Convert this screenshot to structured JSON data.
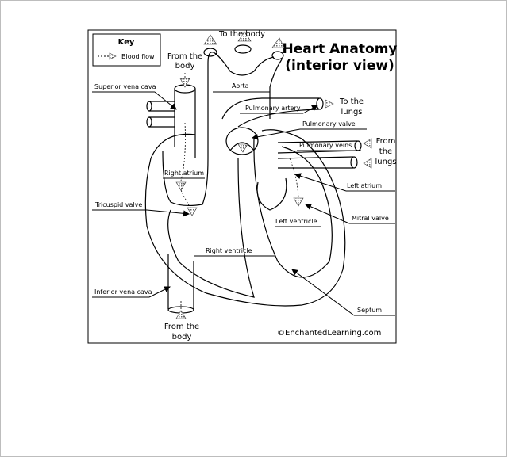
{
  "diagram": {
    "title_line1": "Heart Anatomy",
    "title_line2": "(interior view)",
    "key": {
      "title": "Key",
      "blood_flow": "Blood flow"
    },
    "flow_labels": {
      "to_the_body": "To the body",
      "from_the_body_top_1": "From the",
      "from_the_body_top_2": "body",
      "to_the_lungs_1": "To the",
      "to_the_lungs_2": "lungs",
      "from_the_lungs_1": "From",
      "from_the_lungs_2": "the",
      "from_the_lungs_3": "lungs",
      "from_the_body_bottom_1": "From the",
      "from_the_body_bottom_2": "body"
    },
    "parts": {
      "superior_vena_cava": "Superior vena cava",
      "aorta": "Aorta",
      "pulmonary_artery": "Pulmonary artery",
      "pulmonary_valve": "Pulmonary valve",
      "pulmonary_veins": "Pulmonary veins",
      "right_atrium": "Right atrium",
      "left_atrium": "Left atrium",
      "tricuspid_valve": "Tricuspid valve",
      "mitral_valve": "Mitral valve",
      "left_ventricle": "Left ventricle",
      "right_ventricle": "Right ventricle",
      "inferior_vena_cava": "Inferior vena cava",
      "septum": "Septum"
    },
    "copyright": "©EnchantedLearning.com"
  }
}
